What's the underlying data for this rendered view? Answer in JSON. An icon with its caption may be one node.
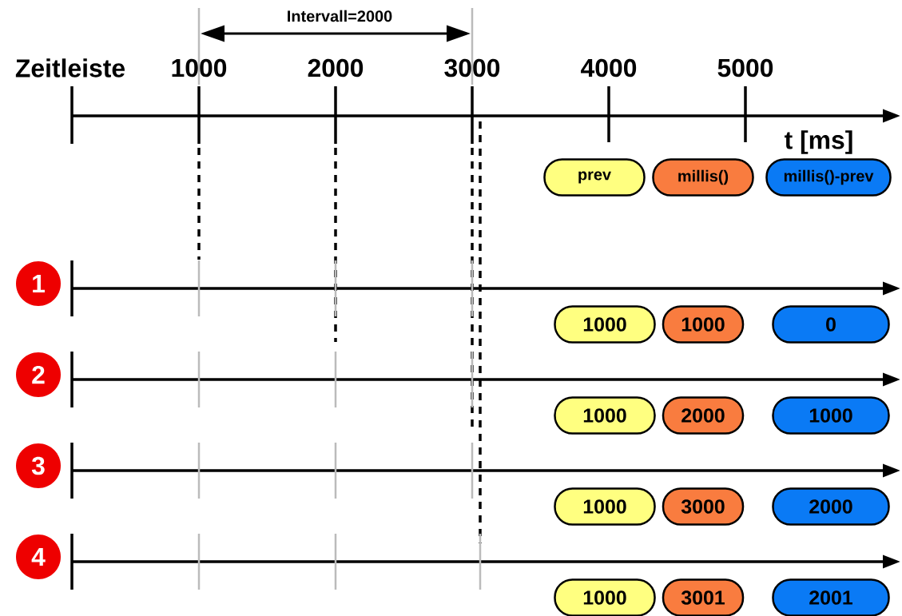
{
  "diagram": {
    "nodes": [
      {
        "text": [
          "prev"
        ]
      },
      {
        "text": [
          "millis()"
        ]
      },
      {
        "text": [
          "millis()-prev"
        ]
      },
      {
        "text": [
          "1"
        ]
      },
      {
        "text": [
          "1000"
        ]
      },
      {
        "text": [
          "1000"
        ]
      },
      {
        "text": [
          "0"
        ]
      },
      {
        "text": [
          "2"
        ]
      },
      {
        "text": [
          "1000"
        ]
      },
      {
        "text": [
          "2000"
        ]
      },
      {
        "text": [
          "1000"
        ]
      },
      {
        "text": [
          "3"
        ]
      },
      {
        "text": [
          "1000"
        ]
      },
      {
        "text": [
          "3000"
        ]
      },
      {
        "text": [
          "2000"
        ]
      },
      {
        "text": [
          "4"
        ]
      },
      {
        "text": [
          "1000"
        ]
      },
      {
        "text": [
          "3001"
        ]
      },
      {
        "text": [
          "2001"
        ]
      }
    ],
    "labels": [
      "Intervall=2000",
      "Zeitleiste",
      "1000",
      "2000",
      "3000",
      "4000",
      "5000",
      "t [ms]"
    ]
  }
}
